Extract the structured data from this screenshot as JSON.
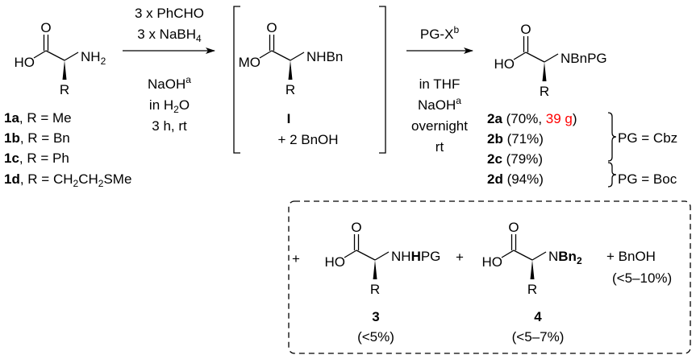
{
  "atoms": {
    "O": "O",
    "HO": "HO",
    "MO": "MO",
    "R": "R"
  },
  "sm": {
    "amine_main": "NH",
    "amine_sub": "2",
    "labels": [
      {
        "id": "1a",
        "text": ", R = Me"
      },
      {
        "id": "1b",
        "text": ", R = Bn"
      },
      {
        "id": "1c",
        "text": ", R = Ph"
      },
      {
        "id": "1d",
        "text_a": ", R = CH",
        "sub1": "2",
        "text_b": "CH",
        "sub2": "2",
        "text_c": "SMe"
      }
    ]
  },
  "step1": {
    "line1": "3 x PhCHO",
    "line2": "3 x NaBH",
    "line2_sub": "4",
    "line3": "NaOH",
    "line3_sup": "a",
    "line4a": "in H",
    "line4_sub": "2",
    "line4b": "O",
    "line5": "3 h, rt"
  },
  "intermediate": {
    "amine": "NHBn",
    "id": "I",
    "byproduct": "+ 2 BnOH"
  },
  "step2": {
    "line1": "PG-X",
    "line1_sup": "b",
    "line2": "in THF",
    "line3": "NaOH",
    "line3_sup": "a",
    "line4": "overnight",
    "line5": "rt"
  },
  "product": {
    "amine": "NBnPG",
    "yields": [
      {
        "id": "2a",
        "open": " (70%, ",
        "mass": "39 g",
        "close": ")"
      },
      {
        "id": "2b",
        "text": " (71%)"
      },
      {
        "id": "2c",
        "text": " (79%)"
      },
      {
        "id": "2d",
        "text": " (94%)"
      }
    ],
    "pg_cbz": "PG = Cbz",
    "pg_boc": "PG = Boc"
  },
  "side_products": {
    "plus": "+",
    "c3": {
      "amine_a": "NH",
      "amine_b": "H",
      "amine_c": "PG",
      "id": "3",
      "yield": "(<5%)"
    },
    "c4": {
      "amine_a": "N",
      "amine_b": "Bn",
      "amine_sub": "2",
      "id": "4",
      "yield": "(<5–7%)"
    },
    "bnoh": "+ BnOH",
    "bnoh_yield": "(<5–10%)"
  },
  "colors": {
    "highlight": "#ff0000"
  }
}
